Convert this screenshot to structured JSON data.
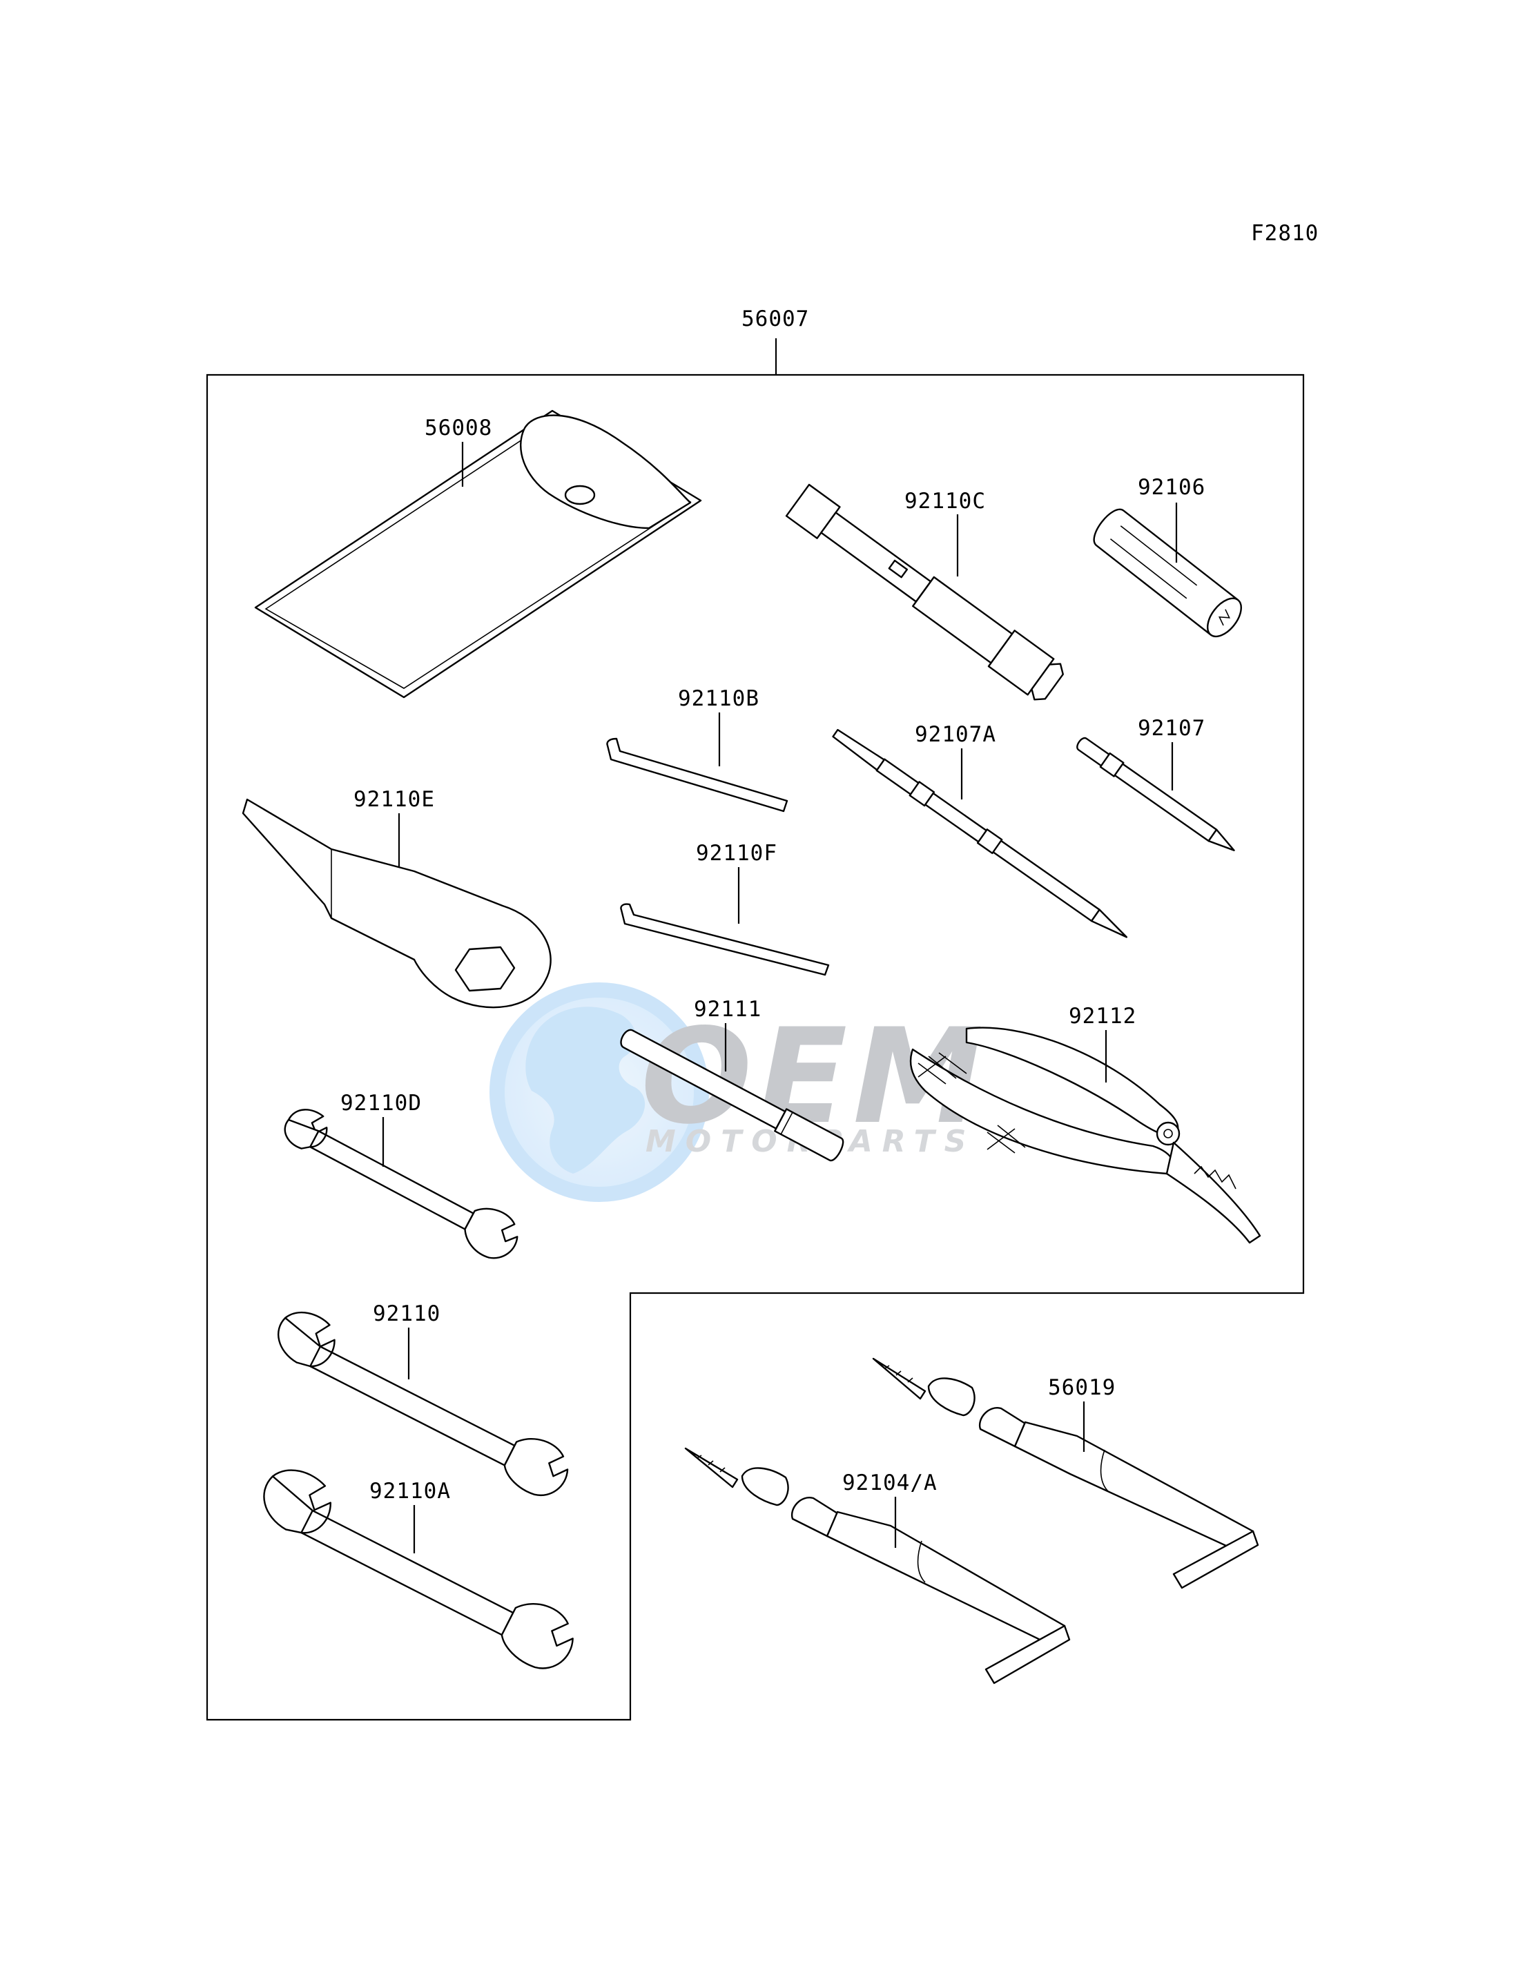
{
  "figure_code": "F2810",
  "assembly": {
    "number": "56007"
  },
  "parts": [
    {
      "id": "56008",
      "name": "pouch-icon"
    },
    {
      "id": "92110C",
      "name": "spark-plug-wrench-icon"
    },
    {
      "id": "92106",
      "name": "handle-icon"
    },
    {
      "id": "92110B",
      "name": "hex-key-icon"
    },
    {
      "id": "92107A",
      "name": "screwdriver-icon"
    },
    {
      "id": "92107",
      "name": "screwdriver-icon"
    },
    {
      "id": "92110E",
      "name": "ring-wrench-icon"
    },
    {
      "id": "92110F",
      "name": "hex-key-icon"
    },
    {
      "id": "92111",
      "name": "extension-bar-icon"
    },
    {
      "id": "92112",
      "name": "pliers-icon"
    },
    {
      "id": "92110D",
      "name": "open-end-wrench-icon"
    },
    {
      "id": "92110",
      "name": "open-end-wrench-icon"
    },
    {
      "id": "92110A",
      "name": "open-end-wrench-icon"
    },
    {
      "id": "56019",
      "name": "grease-tube-icon"
    },
    {
      "id": "92104/A",
      "name": "grease-tube-icon"
    }
  ],
  "watermark": {
    "line1": "OEM",
    "line2": "MOTORPARTS",
    "accent": "#3d9be9"
  }
}
